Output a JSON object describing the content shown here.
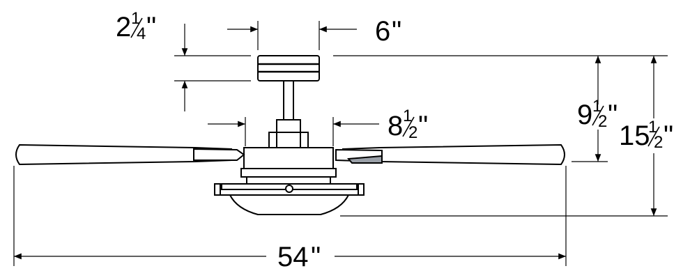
{
  "diagram": {
    "subject": "ceiling fan dimension drawing",
    "colors": {
      "line": "#000000",
      "blade": "#ffffff"
    },
    "dimensions": {
      "canopy_height": {
        "whole": "2",
        "fraction_num": "1",
        "fraction_den": "4",
        "unit": "\""
      },
      "canopy_width": {
        "whole": "6",
        "unit": "\""
      },
      "motor_width": {
        "whole": "8",
        "fraction_num": "1",
        "fraction_den": "2",
        "unit": "\""
      },
      "ceiling_to_blade": {
        "whole": "9",
        "fraction_num": "1",
        "fraction_den": "2",
        "unit": "\""
      },
      "overall_height": {
        "whole": "15",
        "fraction_num": "1",
        "fraction_den": "2",
        "unit": "\""
      },
      "blade_span": {
        "whole": "54",
        "unit": "\""
      }
    }
  }
}
